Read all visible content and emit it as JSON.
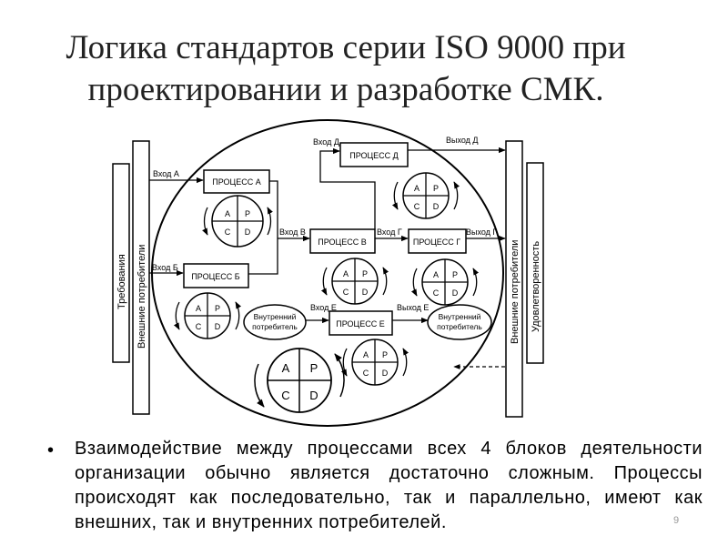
{
  "slide": {
    "title_line1": "Логика стандартов серии ISO 9000 при",
    "title_line2": "проектировании и разработке СМК.",
    "bullet_text": "Взаимодействие между процессами всех 4 блоков деятельности организации обычно является достаточно сложным. Процессы происходят как последовательно, так и параллельно, имеют как внешних, так и внутренних потребителей.",
    "page_number": "9"
  },
  "diagram": {
    "left_outer_label": "Требования",
    "left_inner_label": "Внешние потребители",
    "right_inner_label": "Внешние потребители",
    "right_outer_label": "Удовлетворенность",
    "processes": {
      "a": "ПРОЦЕСС А",
      "b": "ПРОЦЕСС Б",
      "v": "ПРОЦЕСС В",
      "g": "ПРОЦЕСС Г",
      "d": "ПРОЦЕСС Д",
      "e": "ПРОЦЕСС Е"
    },
    "inputs": {
      "a": "Вход А",
      "b": "Вход Б",
      "v": "Вход В",
      "g": "Вход Г",
      "d": "Вход Д",
      "e": "Вход Е"
    },
    "outputs": {
      "g": "Выход Г",
      "d": "Выход Д",
      "e": "Выход Е"
    },
    "internal_consumer_left": [
      "Внутренний",
      "потребитель"
    ],
    "internal_consumer_right": [
      "Внутренний",
      "потребитель"
    ],
    "pdca": [
      "A",
      "P",
      "C",
      "D"
    ]
  }
}
